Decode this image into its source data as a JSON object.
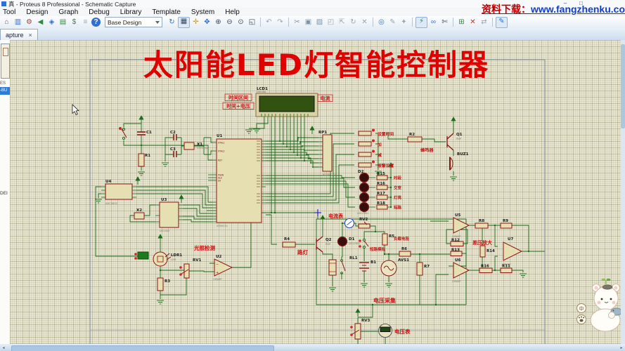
{
  "window": {
    "title": "真 - Proteus 8 Professional - Schematic Capture",
    "minimize": "–",
    "maximize": "□",
    "download_label": "资料下载：",
    "download_url": "www.fangzhenku.co"
  },
  "menu": {
    "items": [
      "Tool",
      "Design",
      "Graph",
      "Debug",
      "Library",
      "Template",
      "System",
      "Help"
    ]
  },
  "toolbar": {
    "combo_value": "Base Design",
    "icons": [
      {
        "g": "⌂",
        "n": "home"
      },
      {
        "g": "▥",
        "n": "schematic"
      },
      {
        "g": "⚙",
        "n": "pcb-layout"
      },
      {
        "g": "◀",
        "n": "import"
      },
      {
        "g": "◈",
        "n": "3d-view"
      },
      {
        "g": "▤",
        "n": "design-explorer"
      },
      {
        "g": "$",
        "n": "bom"
      },
      {
        "g": "≡",
        "n": "report"
      },
      {
        "g": "?",
        "n": "help"
      },
      {
        "g": "↻",
        "n": "redraw"
      },
      {
        "g": "▦",
        "n": "grid-toggle"
      },
      {
        "g": "✛",
        "n": "origin"
      },
      {
        "g": "✥",
        "n": "pan"
      },
      {
        "g": "⊕",
        "n": "zoom-in"
      },
      {
        "g": "⊖",
        "n": "zoom-out"
      },
      {
        "g": "⊙",
        "n": "zoom-extents"
      },
      {
        "g": "◱",
        "n": "zoom-area"
      },
      {
        "g": "↶",
        "n": "undo"
      },
      {
        "g": "↷",
        "n": "redo"
      },
      {
        "g": "✂",
        "n": "cut"
      },
      {
        "g": "▣",
        "n": "copy"
      },
      {
        "g": "▨",
        "n": "paste"
      },
      {
        "g": "◰",
        "n": "block-copy"
      },
      {
        "g": "⇱",
        "n": "block-move"
      },
      {
        "g": "↻",
        "n": "block-rotate"
      },
      {
        "g": "✕",
        "n": "block-delete"
      },
      {
        "g": "◎",
        "n": "pick-parts"
      },
      {
        "g": "✎",
        "n": "make-device"
      },
      {
        "g": "✦",
        "n": "packaging"
      },
      {
        "g": "⚡",
        "n": "wire-autorouter"
      },
      {
        "g": "∞",
        "n": "search-tag"
      },
      {
        "g": "✄",
        "n": "property-assign"
      },
      {
        "g": "⊞",
        "n": "new-sheet"
      },
      {
        "g": "✕",
        "n": "remove-sheet"
      },
      {
        "g": "⇄",
        "n": "goto-sheet"
      },
      {
        "g": "✎",
        "n": "text-script"
      }
    ]
  },
  "tab": {
    "label": "apture",
    "close": "×"
  },
  "sidebar": {
    "row1": "ES",
    "row2": "-BU",
    "fragment": "DEI"
  },
  "scroll": {
    "left": "◂",
    "right": "▸"
  },
  "schematic": {
    "title": "太阳能LED灯智能控制器",
    "ann": {
      "disp1": "时间区间",
      "disp2": "时间+电压",
      "disp3": "电流",
      "btn1": "设置时间",
      "btn2": "加",
      "btn3": "减",
      "btn4": "报警设置",
      "led1": "时段",
      "led2": "交变",
      "led3": "灯亮",
      "led4": "短路",
      "buzzer": "蜂鸣器",
      "light": "光照检测",
      "lamp": "路灯",
      "ammeter": "电流表",
      "short_sim": "短路模拟",
      "load_res": "负载电阻",
      "diff_amp": "差压放大",
      "volt_acq": "电压采集",
      "voltmeter": "电压表"
    },
    "parts": {
      "lcd1": {
        "ref": "LCD1",
        "value": "LM016L"
      },
      "u1": {
        "ref": "U1",
        "value": "AT89C51",
        "pins_left": [
          "XTAL1",
          "XTAL2",
          "RST",
          "PSEN",
          "ALE",
          "EA"
        ]
      },
      "rp1": {
        "ref": "RP1",
        "value": "RESPACK-8"
      },
      "u2": {
        "ref": "U2",
        "value": "OPAMP"
      },
      "u3": {
        "ref": "U3",
        "value": "DS1302"
      },
      "u4": {
        "ref": "U4",
        "value": "ADC0832"
      },
      "u5": {
        "ref": "U5",
        "value": "OPAMP"
      },
      "u6": {
        "ref": "U6",
        "value": "OPAMP"
      },
      "u7": {
        "ref": "U7",
        "value": "OPAMP"
      },
      "x1": {
        "ref": "X1",
        "value": "CRYSTAL"
      },
      "x2": {
        "ref": "X2",
        "value": "CRYSTAL"
      },
      "c1": {
        "ref": "C1"
      },
      "c2": {
        "ref": "C2"
      },
      "c3": {
        "ref": "C3"
      },
      "r1": {
        "ref": "R1"
      },
      "r2": {
        "ref": "R2"
      },
      "r3": {
        "ref": "R3"
      },
      "r4": {
        "ref": "R4"
      },
      "r5": {
        "ref": "R5"
      },
      "r6": {
        "ref": "R6"
      },
      "r7": {
        "ref": "R7"
      },
      "r8": {
        "ref": "R8"
      },
      "r9": {
        "ref": "R9"
      },
      "r11": {
        "ref": "R11"
      },
      "r12": {
        "ref": "R12"
      },
      "r13": {
        "ref": "R13"
      },
      "r14": {
        "ref": "R14"
      },
      "r15": {
        "ref": "R15"
      },
      "r16": {
        "ref": "R16"
      },
      "r17": {
        "ref": "R17"
      },
      "r18": {
        "ref": "R18"
      },
      "rv1": {
        "ref": "RV1"
      },
      "rv2": {
        "ref": "RV2"
      },
      "rv3": {
        "ref": "RV3"
      },
      "q1": {
        "ref": "Q1",
        "value": "PNP"
      },
      "q2": {
        "ref": "Q2",
        "value": "PNP"
      },
      "d1": {
        "ref": "D1",
        "value": "LED-RED"
      },
      "d2": {
        "ref": "D2",
        "value": "LED-RED"
      },
      "ldr1": {
        "ref": "LDR1",
        "value": "LDR"
      },
      "rl1": {
        "ref": "RL1"
      },
      "b1": {
        "ref": "B1"
      },
      "avs1": {
        "ref": "AVS1"
      },
      "buz1": {
        "ref": "BUZ1"
      }
    }
  },
  "watermark": {
    "badge": "中"
  }
}
